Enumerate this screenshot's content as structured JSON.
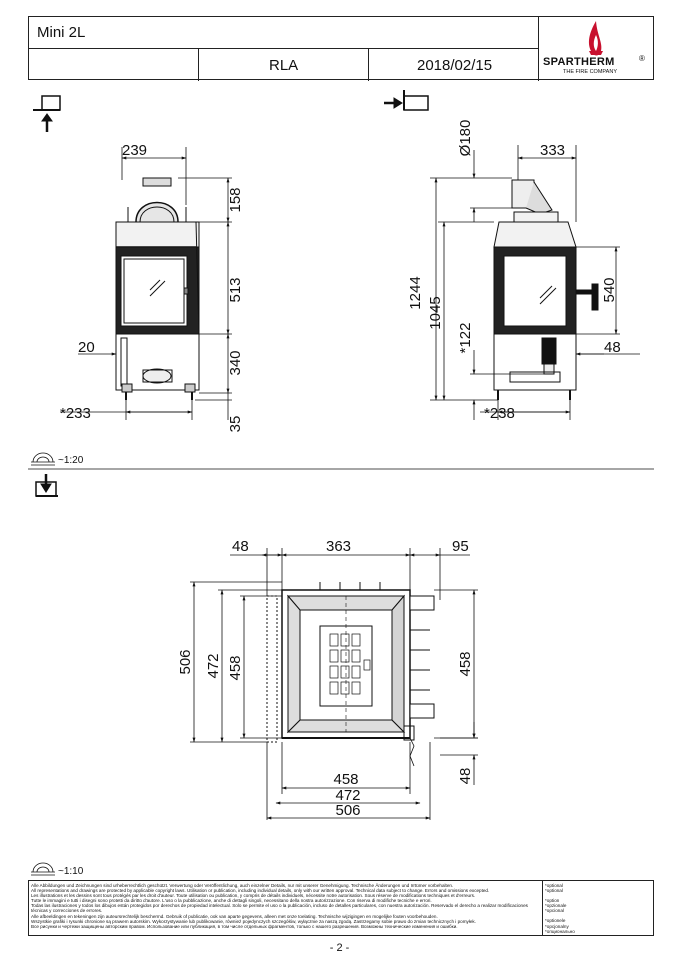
{
  "header": {
    "model": "Mini 2L",
    "variant": "RLA",
    "date": "2018/02/15",
    "brand": "SPARTHERM",
    "registered": "®",
    "tagline": "THE FIRE COMPANY"
  },
  "front_view": {
    "dims": {
      "width_top": "239",
      "h_top": "158",
      "h_glass": "513",
      "h_base": "340",
      "h_feet": "35",
      "offset": "20",
      "width_bottom": "*233"
    }
  },
  "side_view": {
    "dims": {
      "flue": "Ø180",
      "depth_top": "333",
      "total_h": "1244",
      "h_mid": "1045",
      "h_small": "*122",
      "h_right": "540",
      "offset_right": "48",
      "width_bottom": "*238"
    }
  },
  "scale_top": "~1:20",
  "plan_view": {
    "dims": {
      "top_left": "48",
      "top_mid": "363",
      "top_right": "95",
      "left_outer": "506",
      "left_mid": "472",
      "left_inner": "458",
      "right": "458",
      "bottom_1": "458",
      "bottom_2": "472",
      "bottom_3": "506",
      "bottom_right": "48"
    }
  },
  "scale_bottom": "~1:10",
  "legal": {
    "lines": [
      "Alle Abbildungen und Zeichnungen sind urheberrechtlich geschützt. Verwertung oder Veröffentlichung, auch einzelner Details, nur mit unserer Genehmigung. Technische Änderungen und Irrtümer vorbehalten.",
      "All representations and drawings are protected by applicable copyright laws. Utilisation or publication, including individual details, only with our written approval. Technical data subject to change. Errors and omissions excepted.",
      "Les illustrations et les dessins sont tous protégés par les droit d'auteur. Toute utilisation ou publication, y compris de détails individuels, nécessite notre autorisation. Sous réserve de modifications techniques et d'erreurs.",
      "Tutte le immagini e tutti i disegni sono protetti da diritto d'autore. L'uso o la pubblicazione, anche di dettagli singoli, necessitano della nostra autorizzazione. Con riserva di modifiche tecniche e errori.",
      "Todas las ilustraciones y todos los dibujos están protegidos por derechos de propiedad intelectual. Solo se permite el uso o la publicación, incluso de detalles particulares, con nuestra autorización. Reservado el derecho a realizar modificaciones técnicas y correcciones de errores.",
      "Alle afbeeldingen en tekeningen zijn auteursrechtelijk beschermd. Gebruik of publicatie, ook van aparte gegevens, alleen met onze toelating. Technische wijzigingen en mogelijke fouten voorbehouden.",
      "Wszystkie grafiki i rysunki chronione są prawem autorskim. Wykorzystywanie lub publikowanie, również pojedynczych szczegółów, wyłącznie za naszą zgodą. Zastrzegamy sobie prawo do zmian technicznych i pomyłek.",
      "Все рисунки и чертежи защищены авторским правом. Использование или публикация, в том числе отдельных фрагментов, только с нашего разрешения. Возможны технические изменения и ошибки."
    ],
    "options": [
      "*optional",
      "*optional",
      "*option",
      "*opzionale",
      "*opcional",
      "*optionele",
      "*opcjonalny",
      "*опционально"
    ]
  },
  "page_number": "- 2 -"
}
